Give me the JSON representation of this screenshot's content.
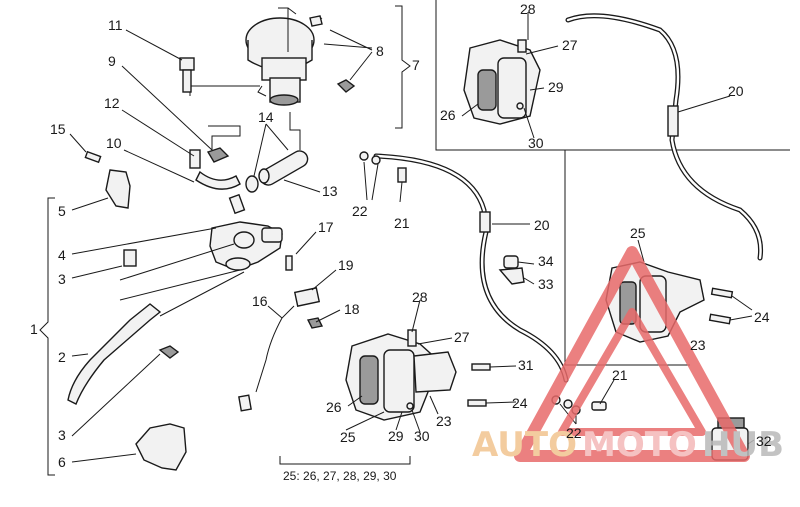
{
  "callouts": [
    "1",
    "2",
    "3",
    "4",
    "5",
    "6",
    "7",
    "8",
    "9",
    "10",
    "11",
    "12",
    "13",
    "14",
    "15",
    "16",
    "17",
    "18",
    "19",
    "20",
    "21",
    "22",
    "23",
    "24",
    "25",
    "26",
    "27",
    "28",
    "29",
    "30",
    "31",
    "32",
    "33",
    "34"
  ],
  "callout_extra": {
    "l3b": "3",
    "l20b": "20",
    "l21b": "21",
    "l22b": "22",
    "l23b": "23",
    "l24b": "24",
    "l25b": "25",
    "l26b": "26",
    "l27b": "27",
    "l28b": "28",
    "l29b": "29",
    "l30b": "30"
  },
  "kit_note": "25: 26, 27, 28, 29, 30",
  "watermark": {
    "part1": "AUTO",
    "part2": "MOTO",
    "part3": "HUB",
    "colors": {
      "auto": "#f2c48f",
      "moto": "#f4b8b8",
      "hub": "#b9b9b9",
      "triangle": "#e86a6a"
    }
  }
}
